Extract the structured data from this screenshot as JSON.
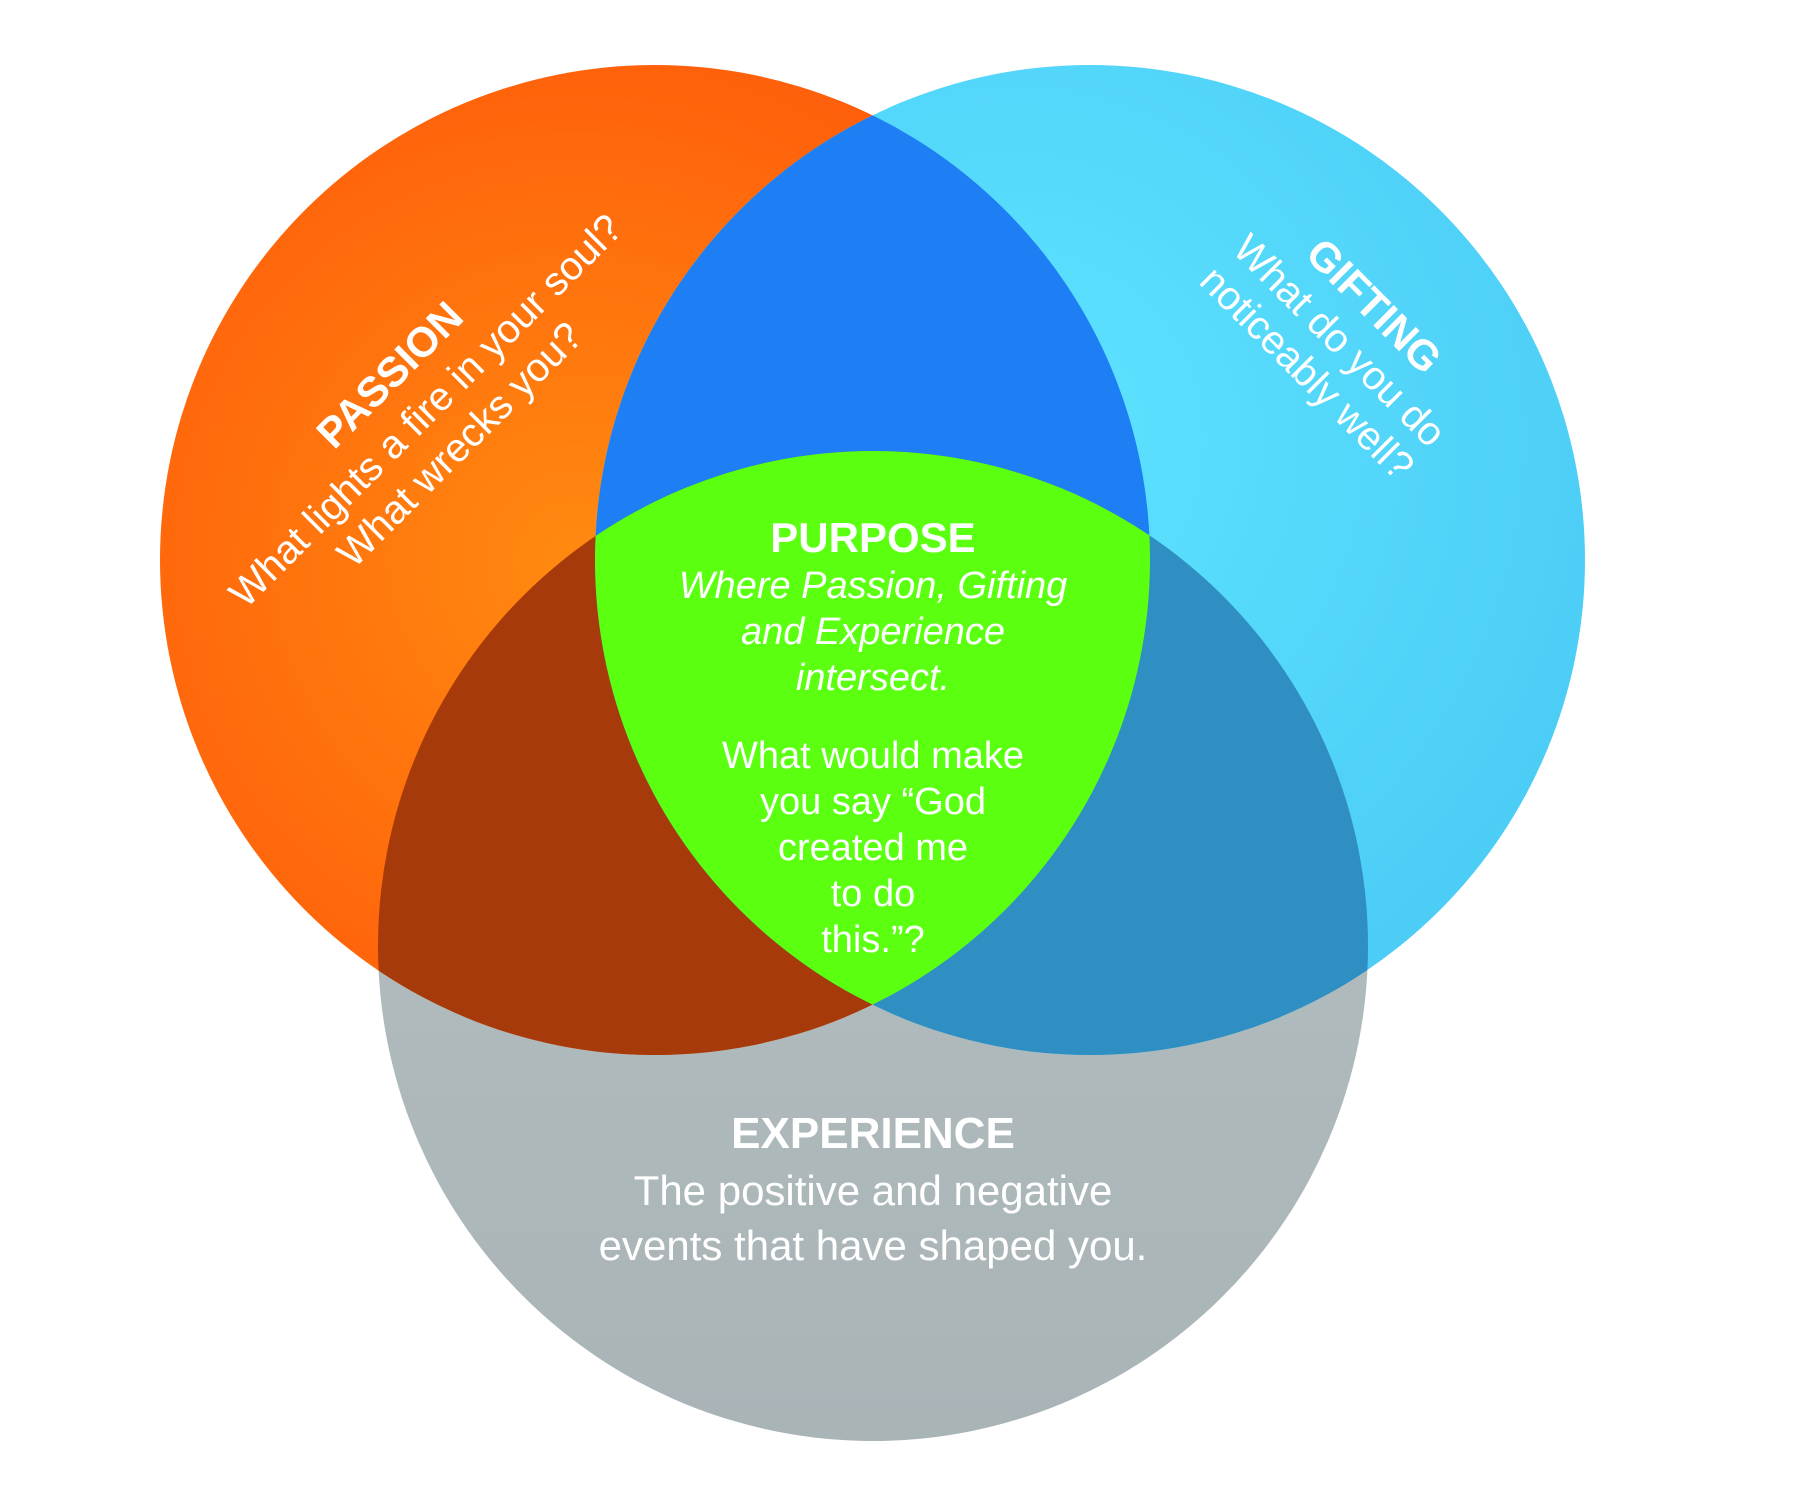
{
  "diagram": {
    "type": "venn",
    "colors": {
      "passion": "#ff5a0a",
      "passion_glow": "#ff8a10",
      "gifting": "#4ccdf6",
      "gifting_glow": "#5de4ff",
      "experience": "#a9b4b7",
      "passion_gifting_overlap": "#1e7ff5",
      "passion_experience_overlap": "#a63a0a",
      "gifting_experience_overlap": "#2f8ec2",
      "center": "#5bff10",
      "text": "#ffffff"
    },
    "passion": {
      "title": "PASSION",
      "line1": "What lights a fire in your soul?",
      "line2": "What wrecks you?"
    },
    "gifting": {
      "title": "GIFTING",
      "line1": "What do you do",
      "line2": "noticeably well?"
    },
    "experience": {
      "title": "EXPERIENCE",
      "line1": "The positive and negative",
      "line2": "events that have shaped you."
    },
    "purpose": {
      "title": "PURPOSE",
      "subtitle_line1": "Where Passion, Gifting",
      "subtitle_line2": "and Experience",
      "subtitle_line3": "intersect.",
      "question_line1": "What would make",
      "question_line2": "you say “God",
      "question_line3": "created me",
      "question_line4": "to do",
      "question_line5": "this.”?"
    }
  }
}
